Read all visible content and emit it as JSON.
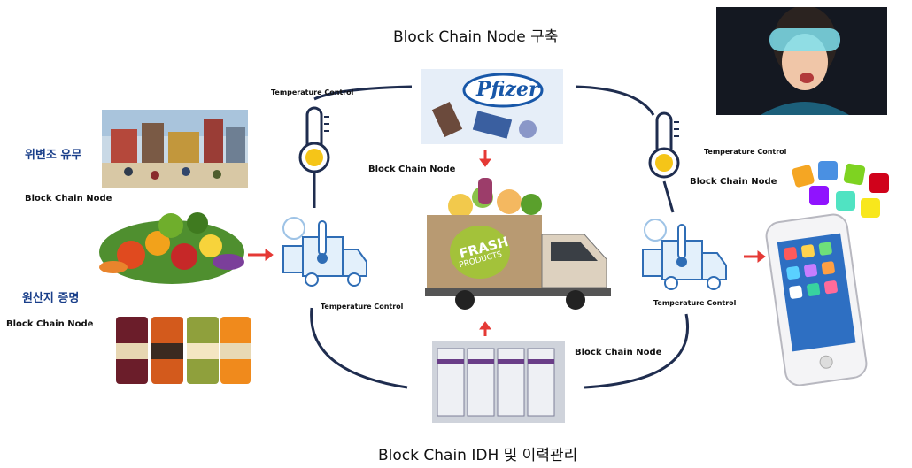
{
  "title_top": "Block Chain Node 구축",
  "title_bottom": "Block Chain IDH 및 이력관리",
  "labels": {
    "forgery": "위변조 유무",
    "origin": "원산지 증명",
    "node_left_top": "Block Chain Node",
    "node_left_bottom": "Block Chain Node",
    "node_center": "Block Chain Node",
    "node_right": "Block Chain Node",
    "node_bottom": "Block Chain Node",
    "temp_top_left": "Temperature Control",
    "temp_top_right": "Temperature Control",
    "temp_bottom_left": "Temperature Control",
    "temp_bottom_right": "Temperature Control"
  },
  "images": {
    "pfizer_logo": "Pfizer",
    "truck_text_1": "FRASH",
    "truck_text_2": "PRODUCTS"
  },
  "colors": {
    "cycle_line": "#1f2d4f",
    "arrow": "#e53935",
    "icon_blue": "#2f6db5",
    "thermo_yellow": "#f5c518"
  }
}
